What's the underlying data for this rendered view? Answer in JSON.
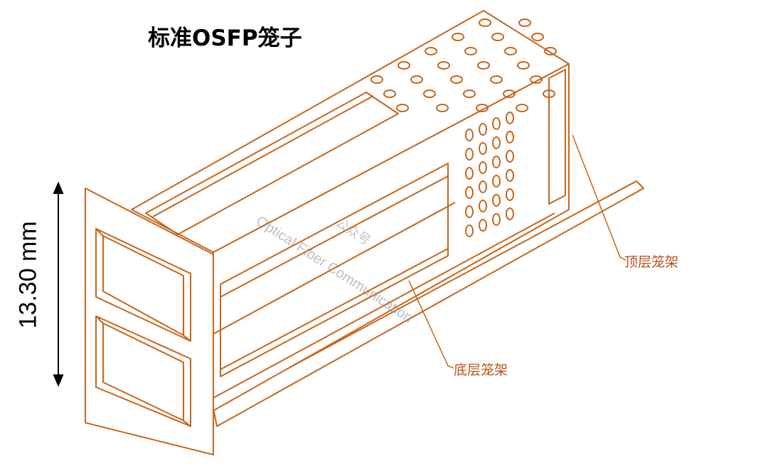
{
  "title": "标准OSFP笼子",
  "dimension": {
    "label": "13.30 mm"
  },
  "callouts": {
    "top_cage": "顶层笼架",
    "bottom_cage": "底层笼架"
  },
  "watermark": {
    "line1": "Optical Fiber Communication",
    "line2": "公众号"
  },
  "colors": {
    "line": "#c8651b",
    "text": "#000000"
  }
}
